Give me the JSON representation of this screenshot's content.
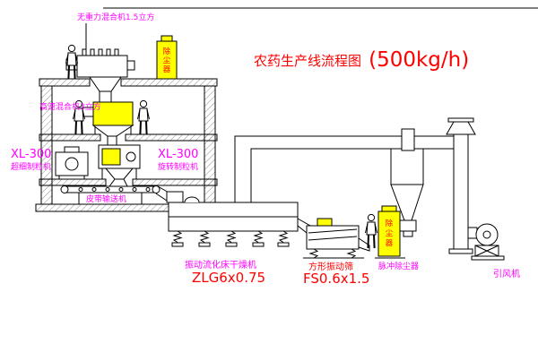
{
  "title": {
    "text": "农药生产线流程图",
    "capacity": "(500kg/h)"
  },
  "labels": {
    "gravity_mixer": "无重力混合机1.5立方",
    "high_speed_mixer": "高速混合机3立方",
    "granulator_left_model": "XL-300",
    "granulator_left_name": "超细制粒机",
    "granulator_center_model": "XL-300",
    "granulator_center_name": "旋转制粒机",
    "belt_conveyor": "皮带输送机",
    "dryer_name": "振动流化床干燥机",
    "dryer_model": "ZLG6x0.75",
    "sieve_name": "方形振动筛",
    "sieve_model": "FS0.6x1.5",
    "dust_collector": "脉冲除尘器",
    "fan": "引风机",
    "dust_box_chars": [
      "除",
      "尘",
      "器"
    ]
  },
  "colors": {
    "label_magenta": "#ff00ff",
    "title_red": "#ff0000",
    "equipment_yellow": "#ffff00",
    "line_black": "#000000",
    "background": "#ffffff"
  }
}
